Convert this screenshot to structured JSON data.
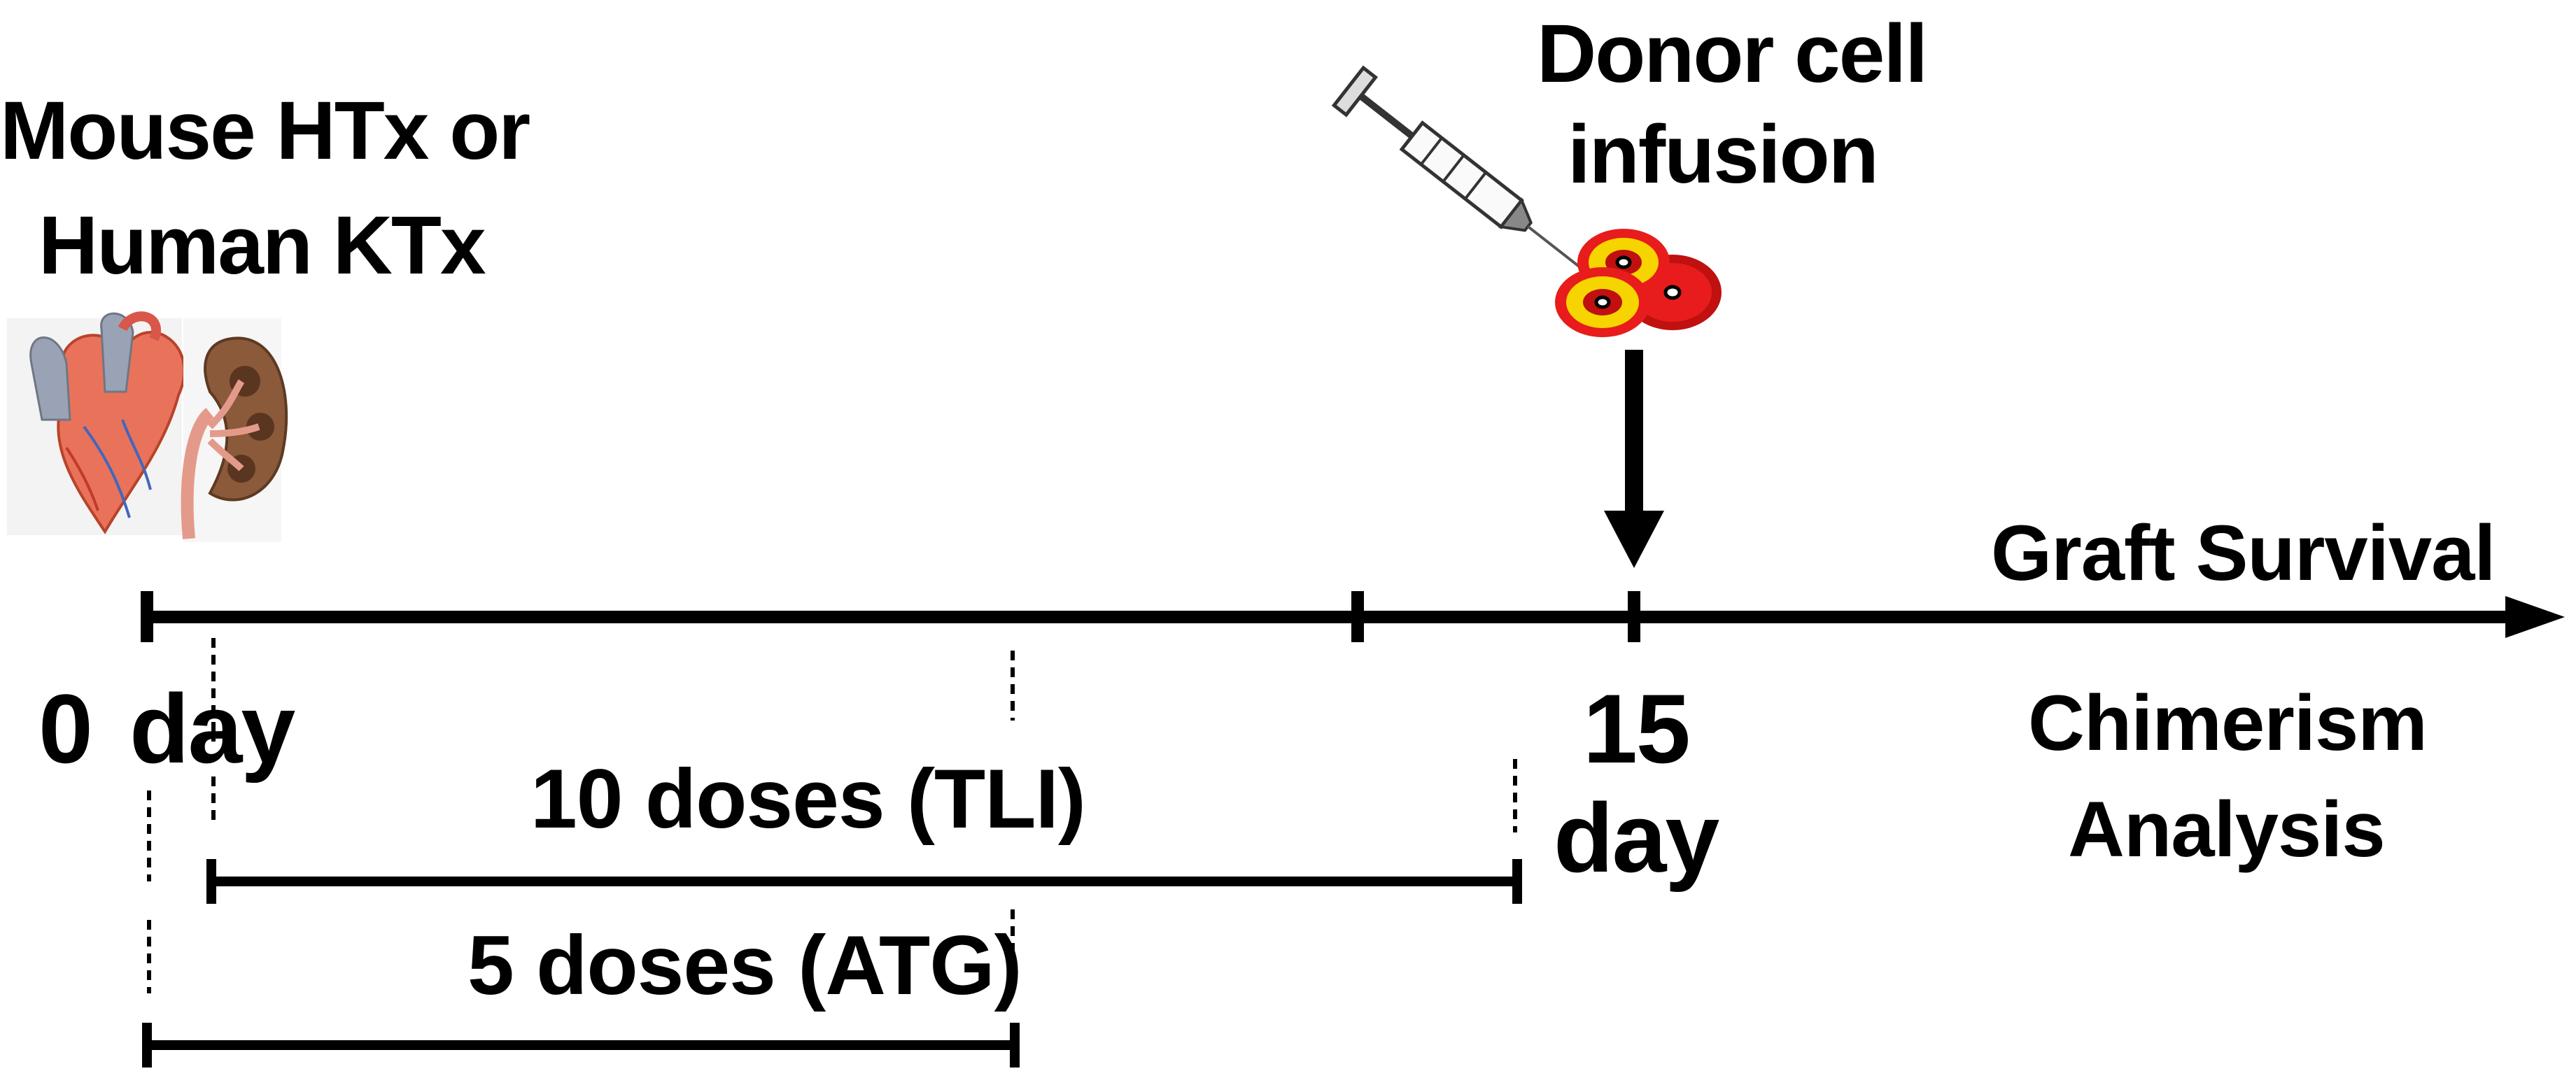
{
  "organ_label": {
    "line1": "Mouse HTx or",
    "line2": "Human KTx"
  },
  "infusion_label": {
    "line1": "Donor cell",
    "line2": "infusion"
  },
  "outcome": {
    "graft": "Graft Survival",
    "chimerism_line1": "Chimerism",
    "chimerism_line2": "Analysis"
  },
  "timeline": {
    "start_number": "0",
    "start_unit": "day",
    "end_number": "15",
    "end_unit": "day"
  },
  "doses": {
    "tli": "10 doses (TLI)",
    "atg": "5 doses (ATG)"
  },
  "icons": [
    "heart-icon",
    "kidney-icon",
    "syringe-icon",
    "donor-cells-icon"
  ],
  "colors": {
    "line": "#000000",
    "heart": "#e8735a",
    "heart_vessel": "#9aa3b5",
    "kidney": "#8a5a3a",
    "cell_outer_red": "#e81c1c",
    "cell_yellow": "#f5d400"
  }
}
